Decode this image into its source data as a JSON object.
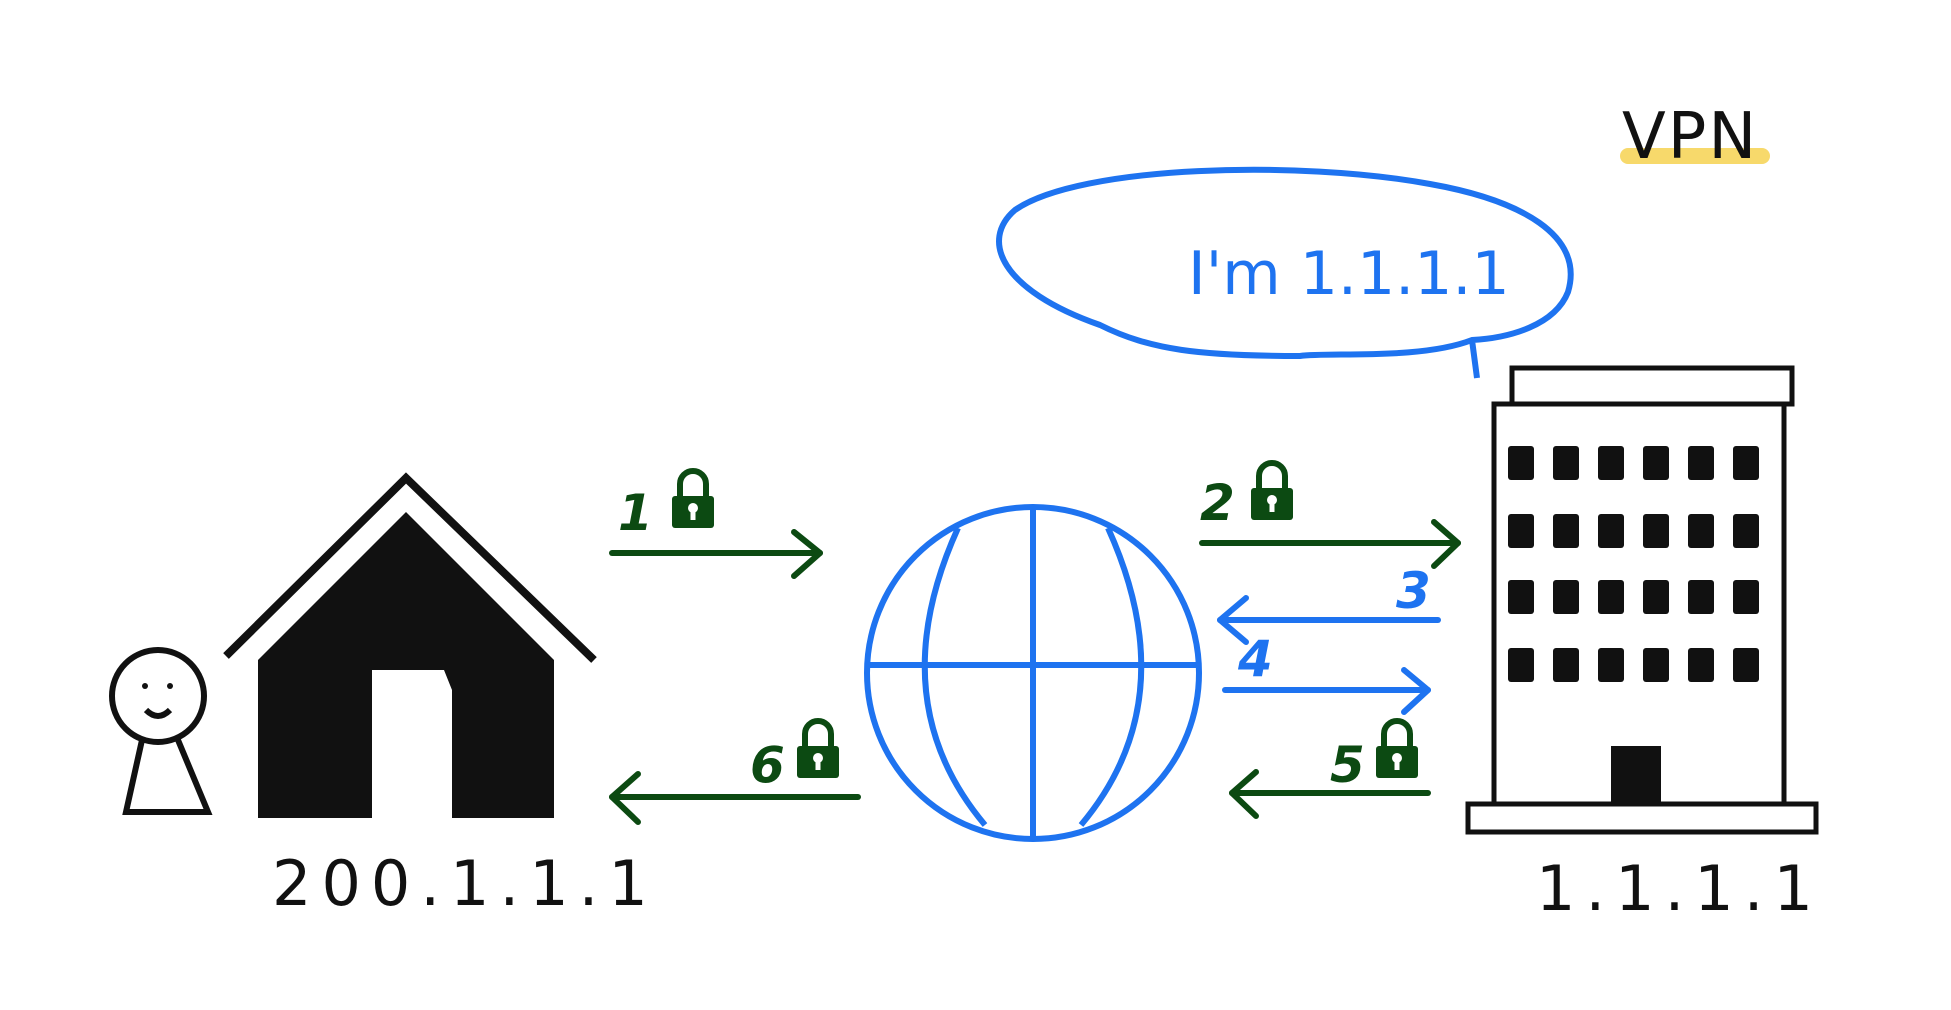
{
  "title": "VPN",
  "colors": {
    "encrypted": "#0c4a12",
    "plain": "#1e73f0",
    "ink": "#111111",
    "highlight": "#f7d96b"
  },
  "home": {
    "ip_label": "200.1.1.1",
    "icons": [
      "person-icon",
      "house-icon"
    ]
  },
  "internet": {
    "icon": "globe-icon"
  },
  "vpn_server": {
    "ip_label": "1.1.1.1",
    "speech": "I'm 1.1.1.1",
    "icon": "office-building-icon"
  },
  "steps": [
    {
      "number": "1",
      "encrypted": true
    },
    {
      "number": "2",
      "encrypted": true
    },
    {
      "number": "3",
      "encrypted": false
    },
    {
      "number": "4",
      "encrypted": false
    },
    {
      "number": "5",
      "encrypted": true
    },
    {
      "number": "6",
      "encrypted": true
    }
  ]
}
